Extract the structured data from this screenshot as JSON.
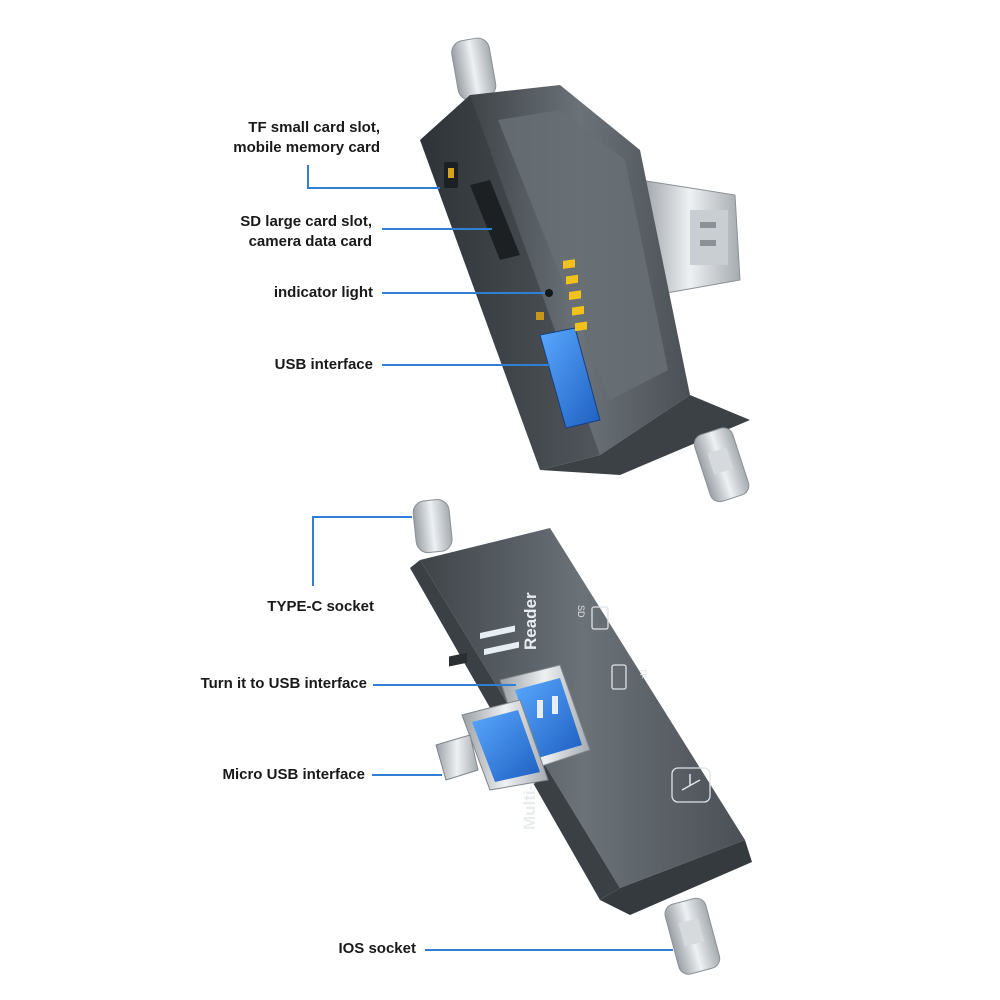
{
  "top_device": {
    "callouts": [
      {
        "id": "tf",
        "lines": [
          "TF small card slot,",
          "mobile memory card"
        ]
      },
      {
        "id": "sd",
        "lines": [
          "SD large card slot,",
          "camera data card"
        ]
      },
      {
        "id": "led",
        "lines": [
          "indicator light"
        ]
      },
      {
        "id": "usb",
        "lines": [
          "USB interface"
        ]
      }
    ]
  },
  "bottom_device": {
    "callouts": [
      {
        "id": "typec",
        "lines": [
          "TYPE-C socket"
        ]
      },
      {
        "id": "turn",
        "lines": [
          "Turn it to USB interface"
        ]
      },
      {
        "id": "micro",
        "lines": [
          "Micro USB interface"
        ]
      },
      {
        "id": "ios",
        "lines": [
          "IOS socket"
        ]
      }
    ],
    "printed_text": {
      "brand_line1": "Multi-Func",
      "brand_line2": "Reader",
      "tf_mark": "TF",
      "sd_mark": "SD"
    }
  },
  "colors": {
    "accent": "#2f7fd4",
    "body": "#5a6268",
    "usb_blue": "#2c7fe0",
    "pins": "#f2c21a"
  }
}
